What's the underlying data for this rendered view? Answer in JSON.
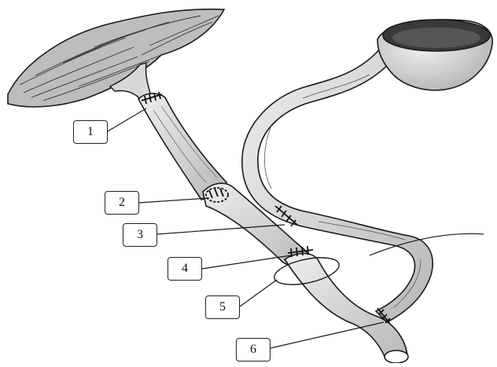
{
  "labels": [
    {
      "id": "1",
      "text": "1"
    },
    {
      "id": "2",
      "text": "2"
    },
    {
      "id": "3",
      "text": "3"
    },
    {
      "id": "4",
      "text": "4"
    },
    {
      "id": "5",
      "text": "5"
    },
    {
      "id": "6",
      "text": "6"
    }
  ],
  "colors": {
    "outline": "#1a1a1a",
    "tube_fill": "#d9d9d9",
    "stomach_fill": "#d6d6d6",
    "liver_fill": "#c8c8c8",
    "suture": "#111111",
    "background": "#ffffff"
  }
}
